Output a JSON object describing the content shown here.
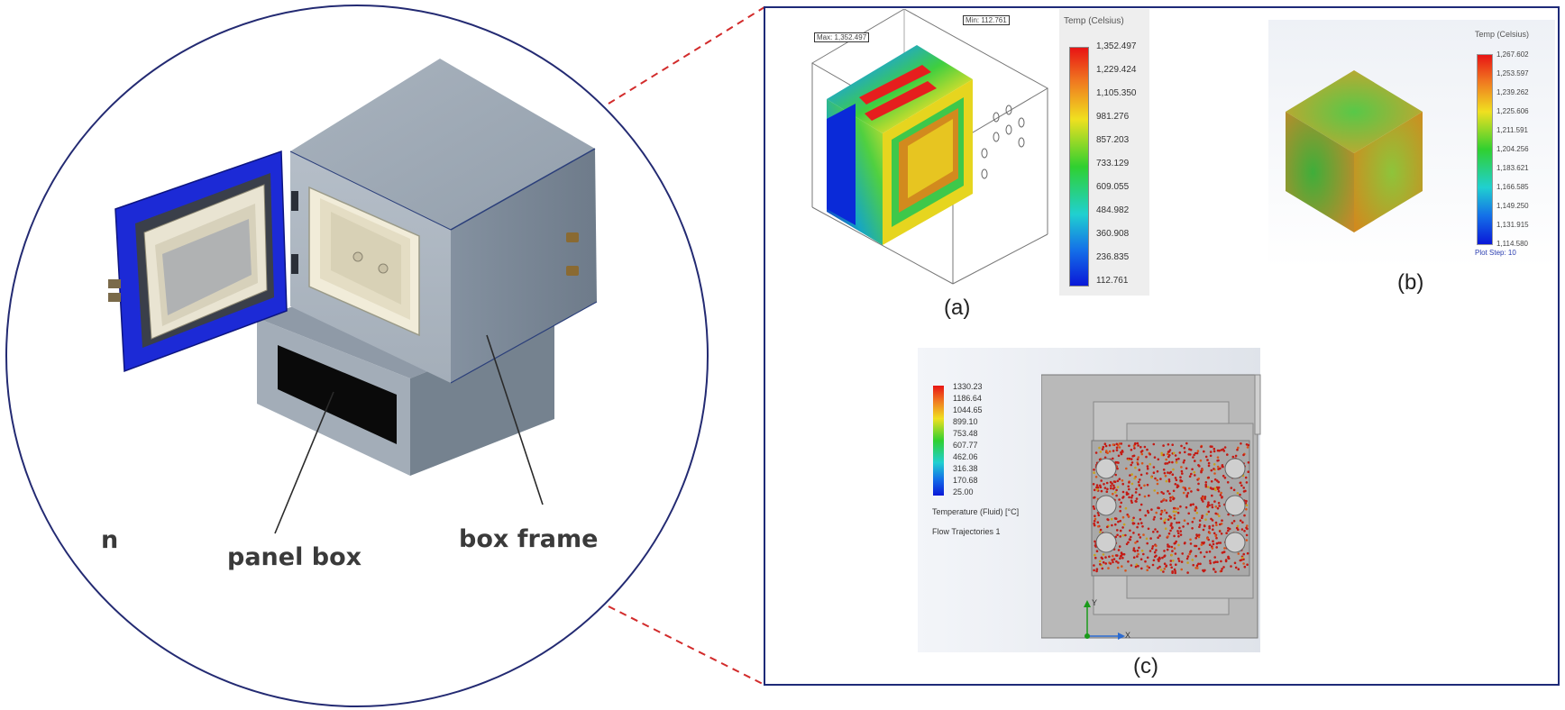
{
  "callout": {
    "left_partial_label": "n",
    "panel_box_label": "panel box",
    "box_frame_label": "box frame"
  },
  "panel_a": {
    "label": "(a)",
    "legend_title": "Temp (Celsius)",
    "ticks": [
      "1,352.497",
      "1,229.424",
      "1,105.350",
      "981.276",
      "857.203",
      "733.129",
      "609.055",
      "484.982",
      "360.908",
      "236.835",
      "112.761"
    ],
    "max_tag": "Max: 1,352.497",
    "min_tag": "Min: 112.761"
  },
  "panel_b": {
    "label": "(b)",
    "legend_title": "Temp (Celsius)",
    "ticks": [
      "1,267.602",
      "1,253.597",
      "1,239.262",
      "1,225.606",
      "1,211.591",
      "1,204.256",
      "1,183.621",
      "1,166.585",
      "1,149.250",
      "1,131.915",
      "1,114.580"
    ],
    "footer": "Plot Step: 10"
  },
  "panel_c": {
    "label": "(c)",
    "ticks": [
      "1330.23",
      "1186.64",
      "1044.65",
      "899.10",
      "753.48",
      "607.77",
      "462.06",
      "316.38",
      "170.68",
      "25.00"
    ],
    "legend_title": "Temperature (Fluid) [°C]",
    "subtitle": "Flow Trajectories 1",
    "axis_y": "Y",
    "axis_x": "X"
  },
  "colors": {
    "circle_border": "#232a72",
    "frame_border": "#1e2a78",
    "leader_dash": "#d22b2b",
    "door_blue": "#1c2ad6",
    "body_gray": "#8e9aa8"
  }
}
